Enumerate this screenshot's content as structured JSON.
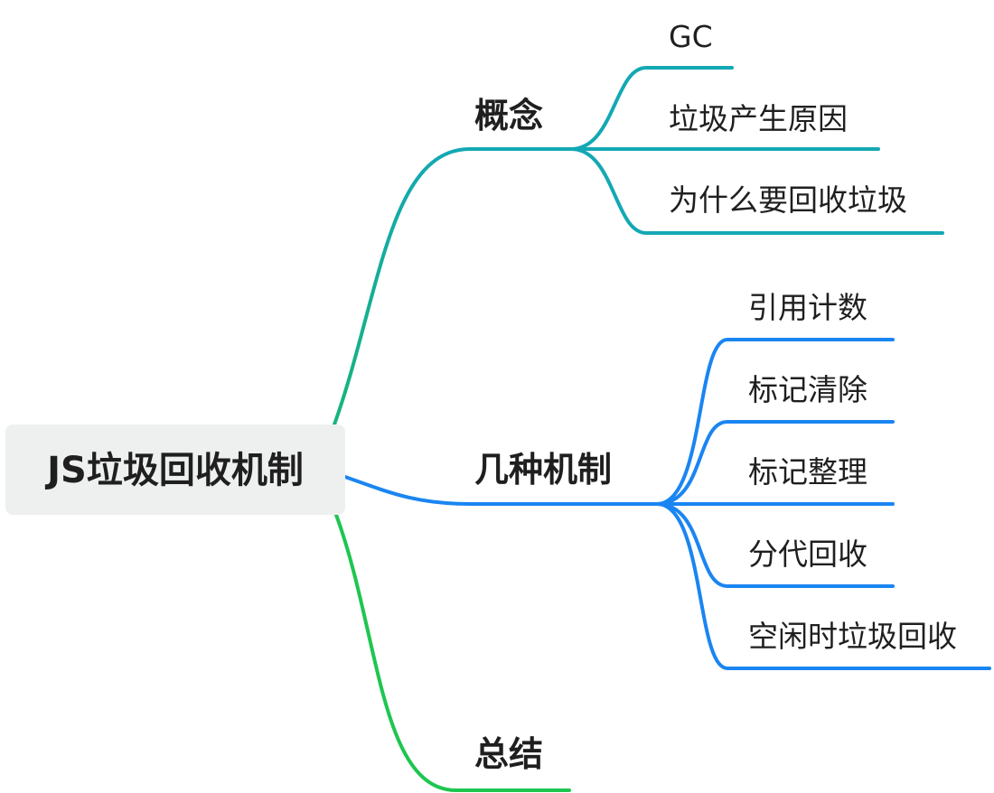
{
  "root": {
    "label": "JS垃圾回收机制"
  },
  "branches": [
    {
      "label": "概念",
      "color": "#13a8b4",
      "children": [
        "GC",
        "垃圾产生原因",
        "为什么要回收垃圾"
      ]
    },
    {
      "label": "几种机制",
      "color": "#1a85f2",
      "children": [
        "引用计数",
        "标记清除",
        "标记整理",
        "分代回收",
        "空闲时垃圾回收"
      ]
    },
    {
      "label": "总结",
      "color": "#1ec64f",
      "children": []
    }
  ]
}
